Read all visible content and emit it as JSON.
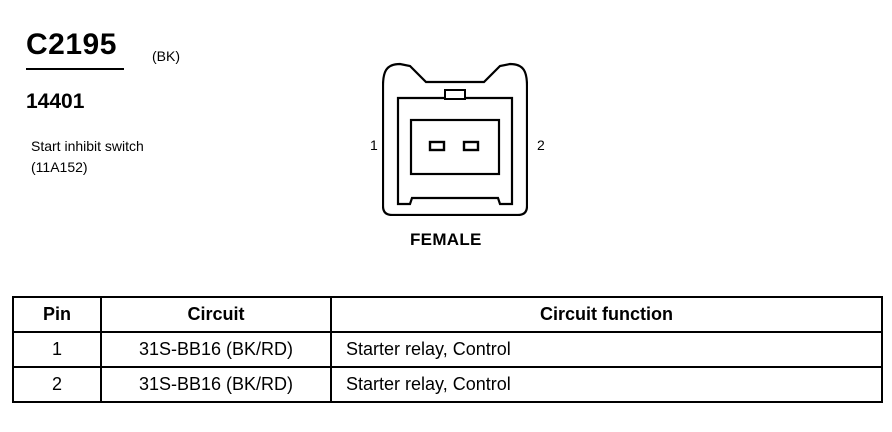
{
  "connector": {
    "id": "C2195",
    "color": "(BK)",
    "part_number": "14401",
    "component_name": "Start inhibit switch",
    "component_code": "(11A152)",
    "pin_labels": [
      "1",
      "2"
    ],
    "gender": "FEMALE"
  },
  "table": {
    "headers": [
      "Pin",
      "Circuit",
      "Circuit function"
    ],
    "rows": [
      [
        "1",
        "31S-BB16 (BK/RD)",
        "Starter relay, Control"
      ],
      [
        "2",
        "31S-BB16 (BK/RD)",
        "Starter relay, Control"
      ]
    ]
  }
}
